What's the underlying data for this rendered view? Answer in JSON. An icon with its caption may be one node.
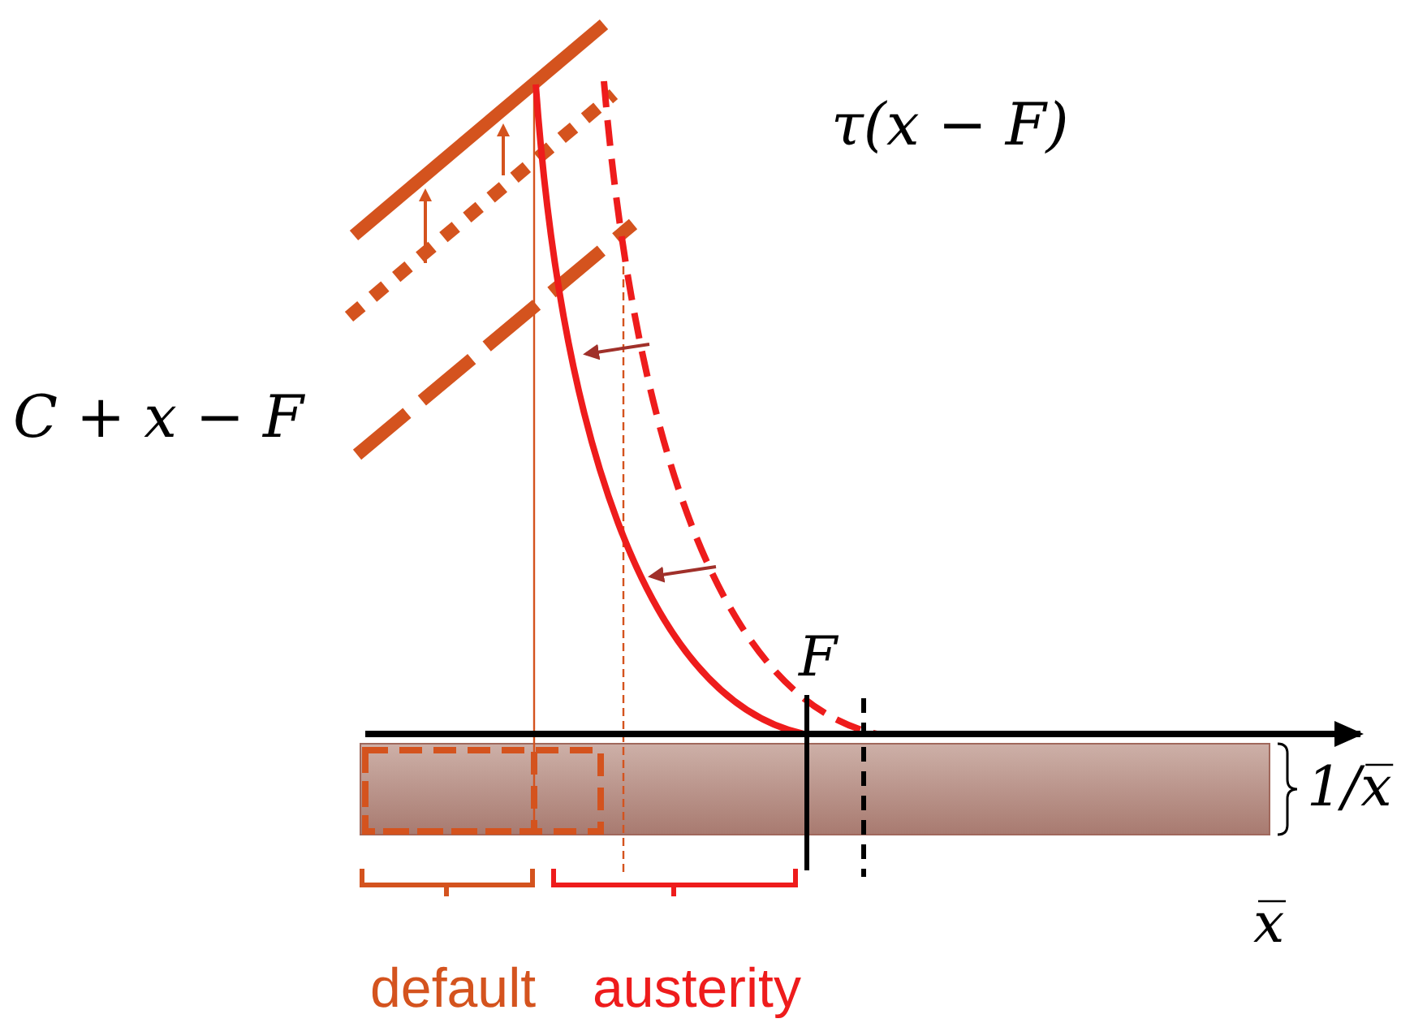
{
  "diagram": {
    "labels": [
      "τ(x − F)",
      "C + x − F",
      "F",
      "1/x̅",
      "x̅",
      "default",
      "austerity"
    ]
  }
}
